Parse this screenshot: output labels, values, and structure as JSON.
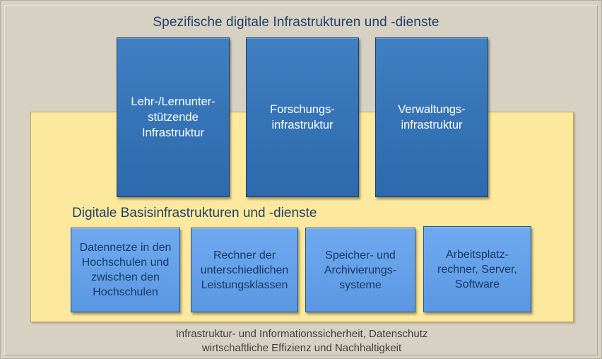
{
  "top": {
    "title": "Spezifische digitale Infrastrukturen und -dienste",
    "boxes": [
      {
        "label": "Lehr-/Lernunter-\nstützende\nInfrastruktur"
      },
      {
        "label": "Forschungs-\ninfrastruktur"
      },
      {
        "label": "Verwaltungs-\ninfrastruktur"
      }
    ]
  },
  "basis": {
    "title": "Digitale Basisinfrastrukturen und -dienste",
    "boxes": [
      {
        "label": "Datennetze in den\nHochschulen und\nzwischen den\nHochschulen"
      },
      {
        "label": "Rechner der\nunterschiedlichen\nLeistungsklassen"
      },
      {
        "label": "Speicher- und\nArchivierungs-\nsysteme"
      },
      {
        "label": "Arbeitsplatz-\nrechner, Server,\nSoftware"
      }
    ]
  },
  "footer": {
    "line1": "Infrastruktur- und Informationssicherheit, Datenschutz",
    "line2": "wirtschaftliche Effizienz und Nachhaltigkeit"
  },
  "colors": {
    "background": "#d7d1c4",
    "basis_panel": "#fde99d",
    "dark_box": "#2d69ad",
    "light_box": "#5b97e2",
    "title_text": "#1f3f66"
  }
}
